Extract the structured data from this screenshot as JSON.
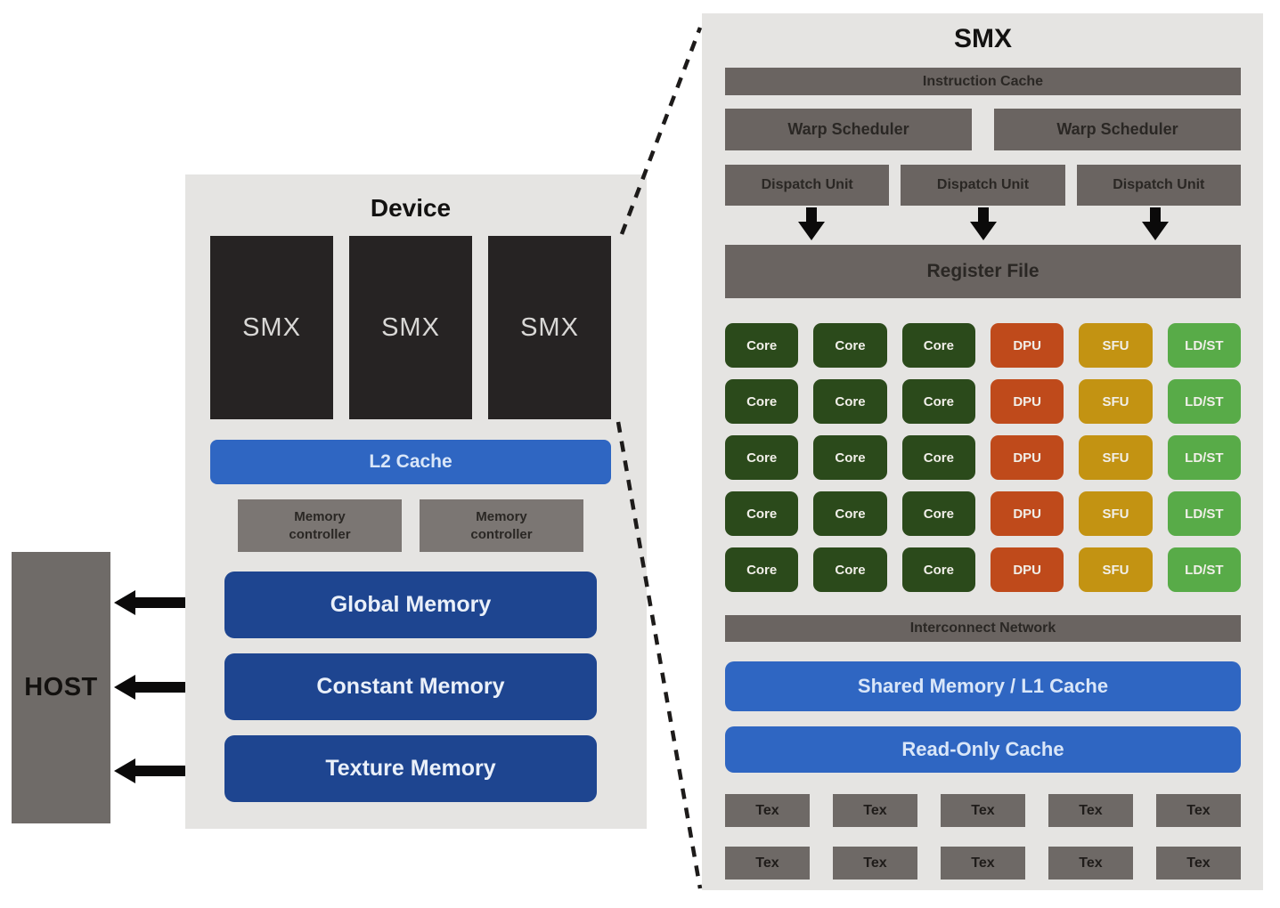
{
  "diagram": {
    "host": {
      "label": "HOST"
    },
    "device": {
      "title": "Device",
      "smx_blocks": [
        {
          "label": "SMX"
        },
        {
          "label": "SMX"
        },
        {
          "label": "SMX"
        }
      ],
      "l2_cache_label": "L2 Cache",
      "memory_controllers": [
        {
          "line1": "Memory",
          "line2": "controller"
        },
        {
          "line1": "Memory",
          "line2": "controller"
        }
      ],
      "memories": [
        {
          "label": "Global Memory"
        },
        {
          "label": "Constant Memory"
        },
        {
          "label": "Texture Memory"
        }
      ]
    },
    "smx_panel": {
      "title": "SMX",
      "instruction_cache_label": "Instruction Cache",
      "warp_schedulers": [
        {
          "label": "Warp Scheduler"
        },
        {
          "label": "Warp Scheduler"
        }
      ],
      "dispatch_units": [
        {
          "label": "Dispatch Unit"
        },
        {
          "label": "Dispatch Unit"
        },
        {
          "label": "Dispatch Unit"
        }
      ],
      "register_file_label": "Register File",
      "core_grid": {
        "rows": 5,
        "columns": [
          {
            "type": "core",
            "label": "Core"
          },
          {
            "type": "core",
            "label": "Core"
          },
          {
            "type": "core",
            "label": "Core"
          },
          {
            "type": "dpu",
            "label": "DPU"
          },
          {
            "type": "sfu",
            "label": "SFU"
          },
          {
            "type": "ldst",
            "label": "LD/ST"
          }
        ]
      },
      "interconnect_label": "Interconnect Network",
      "shared_memory_label": "Shared Memory / L1 Cache",
      "read_only_cache_label": "Read-Only Cache",
      "tex_units": {
        "rows": 2,
        "columns": 5,
        "label": "Tex"
      }
    },
    "colors": {
      "panel_bg": "#e5e4e2",
      "bar_gray": "#6a6461",
      "controller_gray": "#7b7673",
      "tex_gray": "#6e6966",
      "host_gray": "#6f6b68",
      "smx_block_dark": "#262323",
      "bright_blue": "#2f66c2",
      "navy_blue": "#1e4590",
      "core_green": "#2b4a1b",
      "dpu_orange": "#bf4a1b",
      "sfu_gold": "#c39312",
      "ldst_green": "#58ab48",
      "arrow_black": "#0b0a0a",
      "dashed_line": "#1d1b1a"
    }
  }
}
